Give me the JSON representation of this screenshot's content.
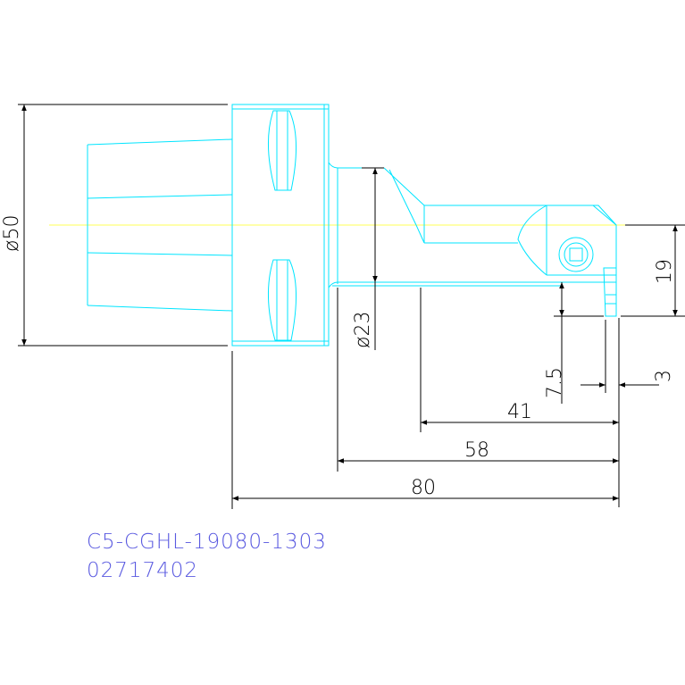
{
  "dimensions": {
    "d50": "ø50",
    "d23": "ø23",
    "h19": "19",
    "h7_5": "7.5",
    "w3": "3",
    "l41": "41",
    "l58": "58",
    "l80": "80"
  },
  "part": {
    "code": "C5-CGHL-19080-1303",
    "number": "02717402"
  },
  "colors": {
    "outline": "#00e5ff",
    "dimension": "#000000",
    "centerline": "#ffff55",
    "label": "#5a5ae0"
  }
}
